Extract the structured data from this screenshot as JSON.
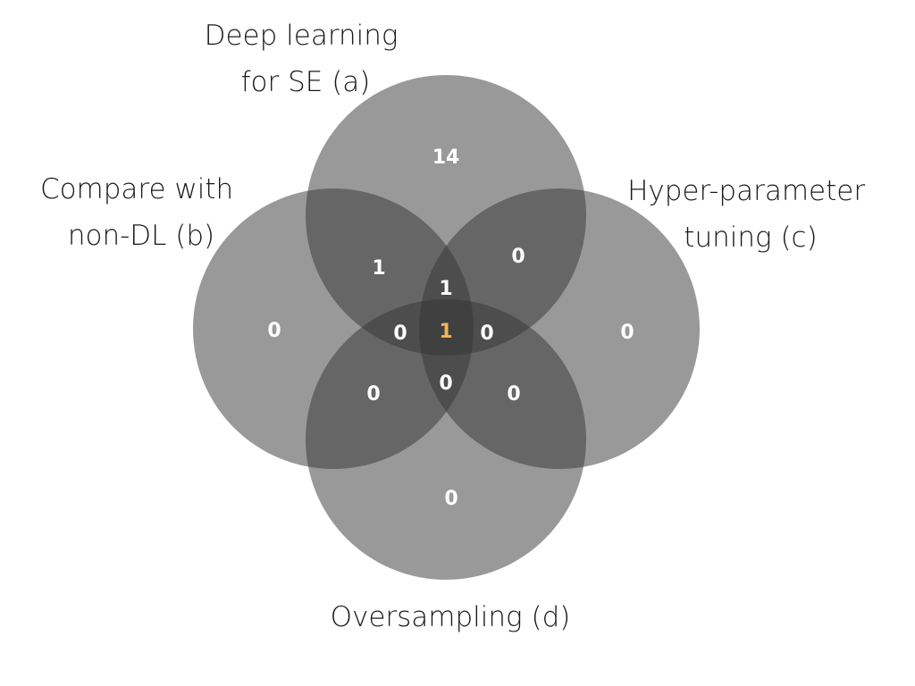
{
  "sets": [
    {
      "id": "a",
      "label_lines": [
        "Deep learning",
        "for SE (a)"
      ]
    },
    {
      "id": "b",
      "label_lines": [
        "Compare with",
        "non-DL (b)"
      ]
    },
    {
      "id": "c",
      "label_lines": [
        "Hyper-parameter",
        "tuning (c)"
      ]
    },
    {
      "id": "d",
      "label_lines": [
        "Oversampling (d)"
      ]
    }
  ],
  "regions": {
    "a_only": "14",
    "b_only": "0",
    "c_only": "0",
    "d_only": "0",
    "ab": "1",
    "ac": "0",
    "bd": "0",
    "cd": "0",
    "abc": "1",
    "abd": "0",
    "acd": "0",
    "bcd": "0",
    "abcd": "1"
  },
  "colors": {
    "circle_fill": "#333333",
    "count_text": "#ffffff",
    "highlight_text": "#f2b35a",
    "label_text": "#1a1a1a"
  }
}
